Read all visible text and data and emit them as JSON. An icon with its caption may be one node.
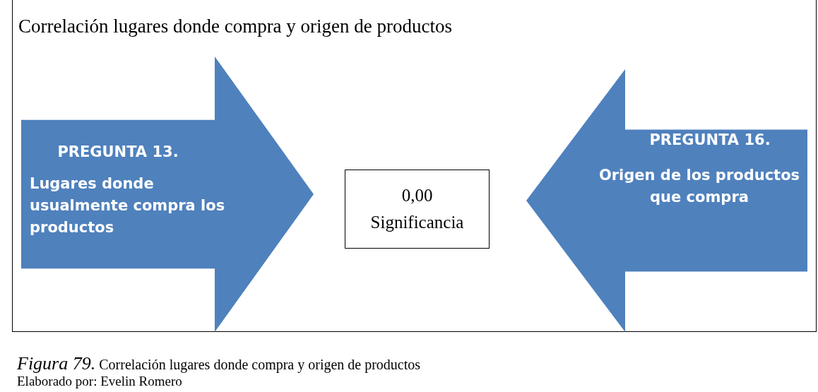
{
  "diagram": {
    "title": "Correlación lugares donde compra y origen de productos",
    "caption": "*Figura 79.* Correlación lugares donde compra y origen de productos",
    "nodes": [
      {
        "text": [
          "PREGUNTA 13.",
          "Lugares donde usualmente compra los productos"
        ]
      },
      {
        "text": [
          "0,00",
          "Significancia"
        ]
      },
      {
        "text": [
          "PREGUNTA 16.",
          "Origen de los productos que compra"
        ]
      }
    ],
    "labels": [
      "Elaborado por: Evelin Romero"
    ]
  }
}
